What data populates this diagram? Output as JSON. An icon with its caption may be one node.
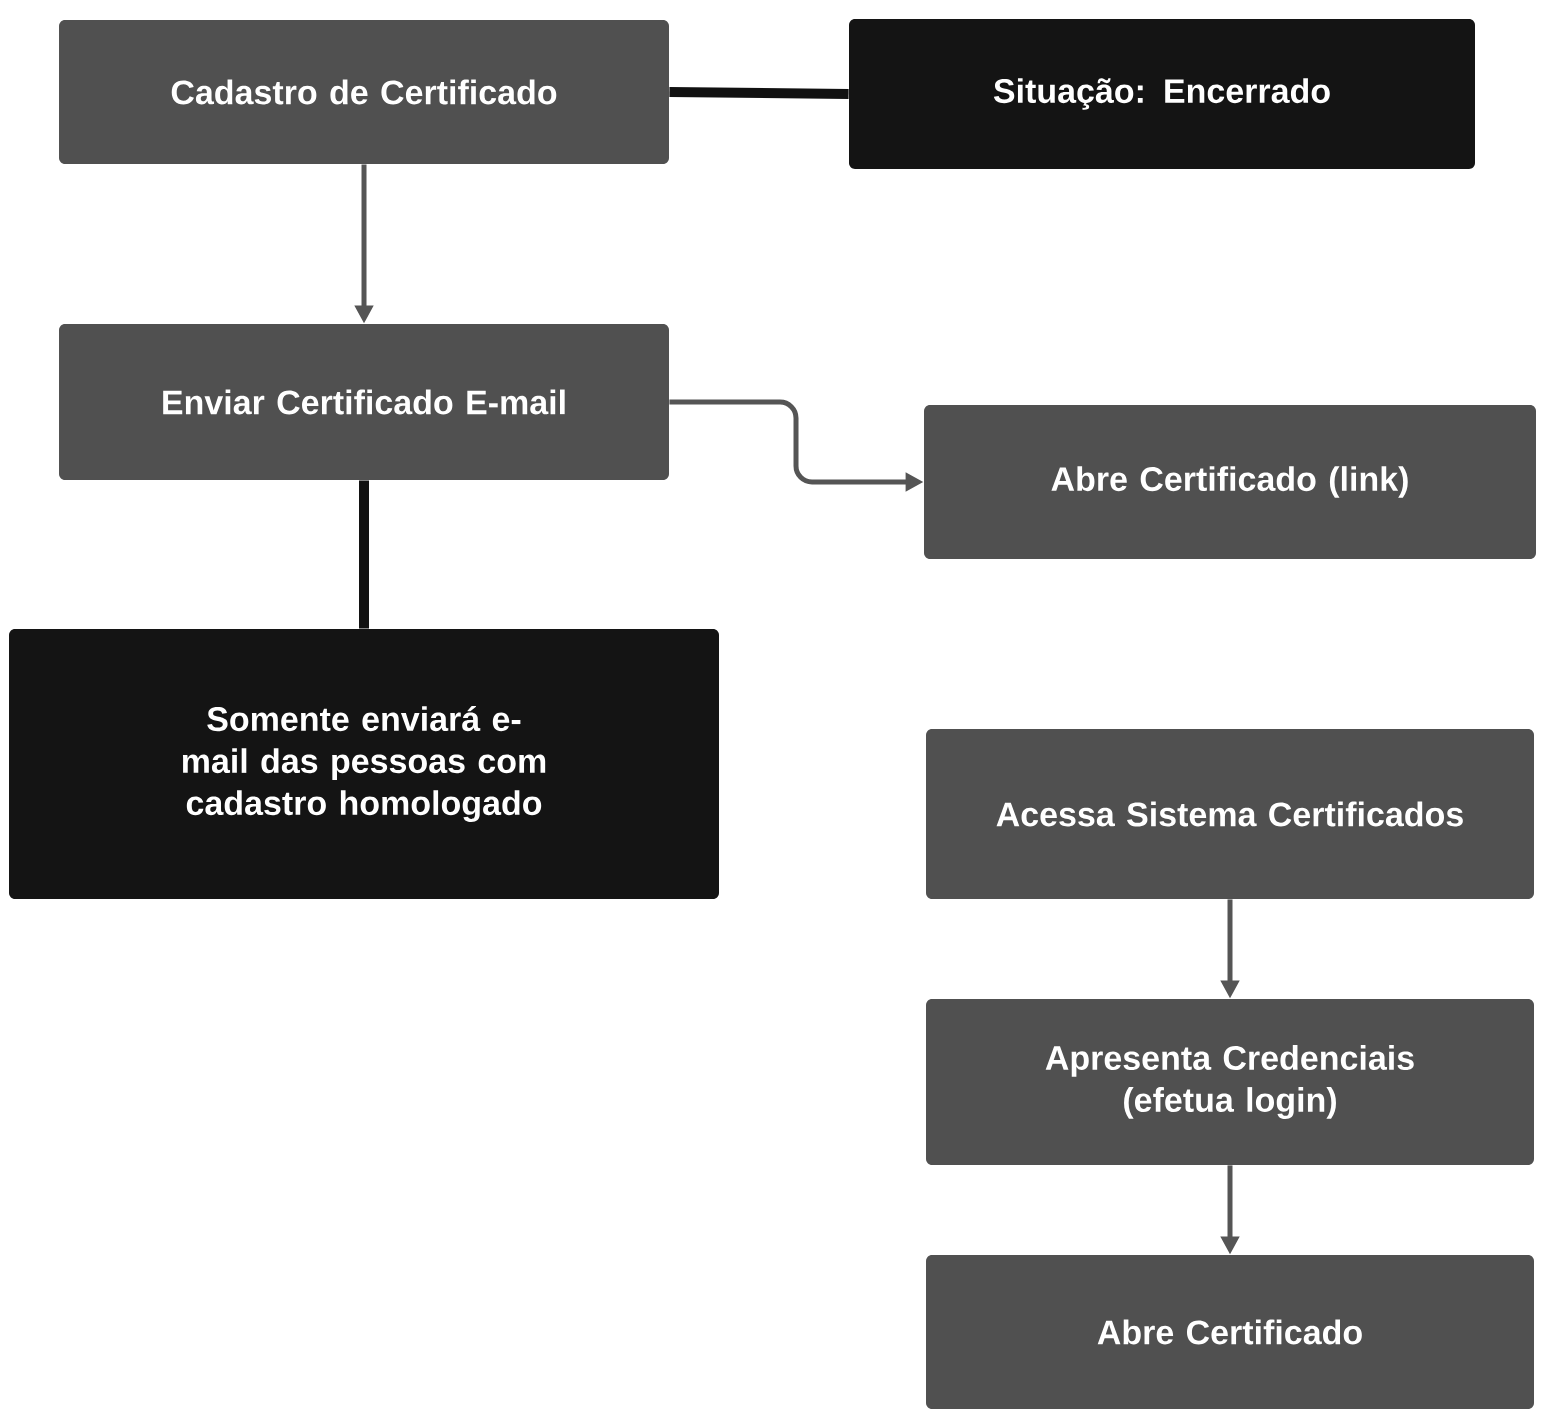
{
  "diagram": {
    "nodes": [
      {
        "text": [
          "Cadastro de Certificado"
        ]
      },
      {
        "text": [
          "Situação: Encerrado"
        ]
      },
      {
        "text": [
          "Enviar Certificado E-mail"
        ]
      },
      {
        "text": [
          "Abre Certificado (link)"
        ]
      },
      {
        "text": [
          "Somente enviará e-mail das pessoas com cadastro homologado"
        ]
      },
      {
        "text": [
          "Acessa Sistema Certificados"
        ]
      },
      {
        "text": [
          "Apresenta Credenciais (efetua login)"
        ]
      },
      {
        "text": [
          "Abre Certificado"
        ]
      }
    ],
    "edges": [
      {
        "from": 0,
        "to": 2,
        "arrow": "to"
      },
      {
        "from": 0,
        "to": 1,
        "arrow": "none",
        "style": "thick",
        "color": "#111111"
      },
      {
        "from": 2,
        "to": 3,
        "arrow": "to"
      },
      {
        "from": 4,
        "to": 2,
        "arrow": "none",
        "style": "thick",
        "color": "#111111"
      },
      {
        "from": 5,
        "to": 6,
        "arrow": "to"
      },
      {
        "from": 6,
        "to": 7,
        "arrow": "to"
      }
    ]
  }
}
